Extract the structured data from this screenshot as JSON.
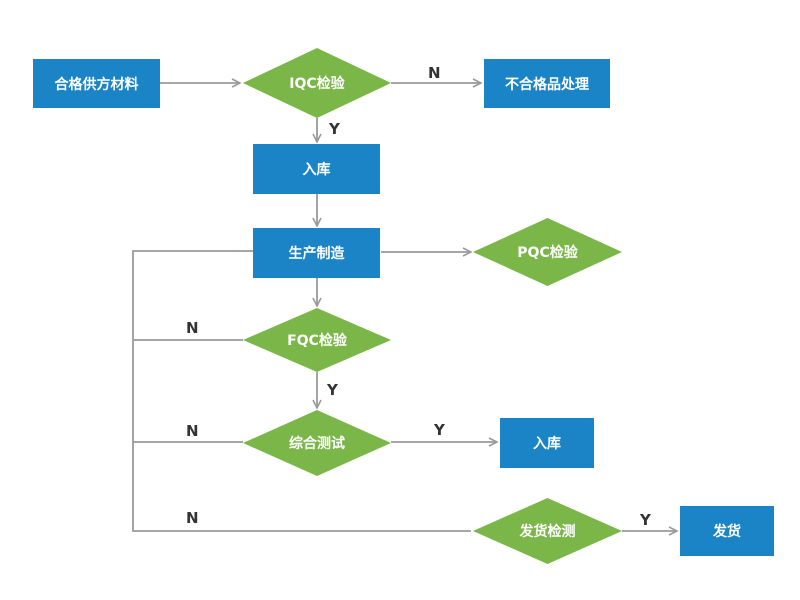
{
  "colors": {
    "box": "#1b84c6",
    "diamond": "#7ab648",
    "line": "#9a9a9a",
    "text": "#ffffff",
    "label": "#333333"
  },
  "nodes": {
    "supplier": "合格供方材料",
    "iqc": "IQC检验",
    "reject": "不合格品处理",
    "store1": "入库",
    "produce": "生产制造",
    "pqc": "PQC检验",
    "fqc": "FQC检验",
    "test": "综合测试",
    "store2": "入库",
    "shipcheck": "发货检测",
    "ship": "发货"
  },
  "labels": {
    "iqc_n": "N",
    "iqc_y": "Y",
    "fqc_n": "N",
    "fqc_y": "Y",
    "test_n": "N",
    "test_y": "Y",
    "ship_n": "N",
    "ship_y": "Y"
  }
}
